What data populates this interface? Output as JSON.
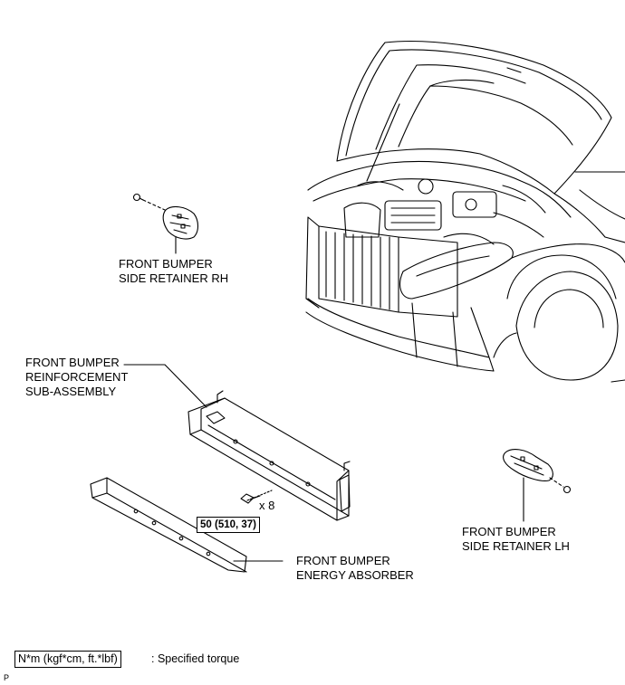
{
  "labels": {
    "side_retainer_rh": [
      "FRONT BUMPER",
      "SIDE RETAINER RH"
    ],
    "reinforcement": [
      "FRONT BUMPER",
      "REINFORCEMENT",
      "SUB-ASSEMBLY"
    ],
    "energy_absorber": [
      "FRONT BUMPER",
      "ENERGY ABSORBER"
    ],
    "side_retainer_lh": [
      "FRONT BUMPER",
      "SIDE RETAINER LH"
    ]
  },
  "bolt_count": "x 8",
  "torque_value": "50 (510, 37)",
  "legend": {
    "unit_box": "N*m (kgf*cm, ft.*lbf)",
    "description": ": Specified torque"
  },
  "corner_mark": "P"
}
